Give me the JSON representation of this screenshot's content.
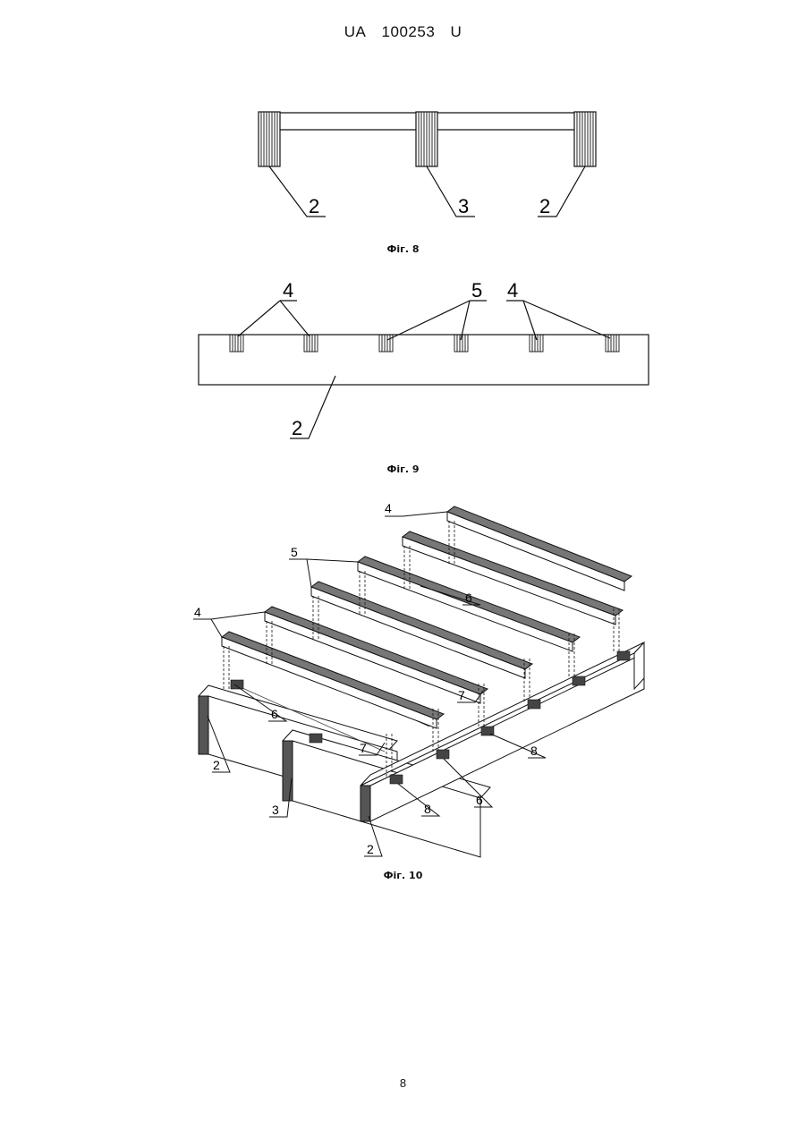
{
  "header": {
    "country": "UA",
    "number": "100253",
    "kind": "U"
  },
  "figures": [
    {
      "caption": "Фіг. 8",
      "labels": [
        "2",
        "3",
        "2"
      ]
    },
    {
      "caption": "Фіг. 9",
      "labels": [
        "4",
        "5",
        "4",
        "2"
      ]
    },
    {
      "caption": "Фіг. 10",
      "labels": [
        "4",
        "5",
        "6",
        "4",
        "6",
        "7",
        "7",
        "2",
        "3",
        "8",
        "6",
        "8",
        "2"
      ]
    }
  ],
  "page_number": "8"
}
